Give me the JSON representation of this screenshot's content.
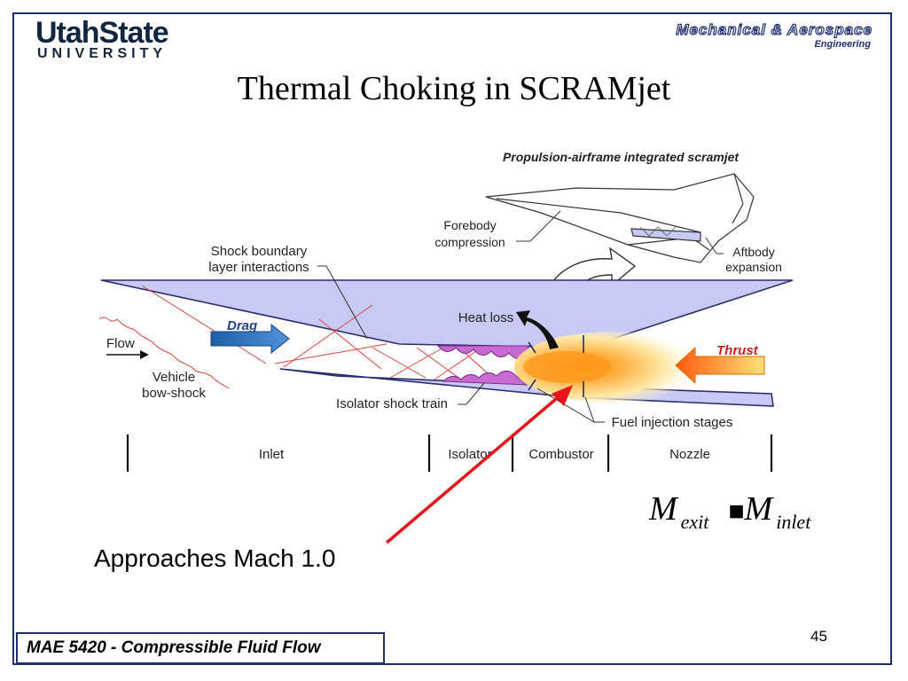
{
  "header": {
    "logo_top": "UtahState",
    "logo_bottom": "UNIVERSITY",
    "dept_line1": "Mechanical & Aerospace",
    "dept_line2": "Engineering"
  },
  "title": "Thermal Choking in SCRAMjet",
  "diagram": {
    "heading": "Propulsion-airframe integrated scramjet",
    "labels": {
      "forebody": [
        "Forebody",
        "compression"
      ],
      "aftbody": [
        "Aftbody",
        "expansion"
      ],
      "shock_boundary": [
        "Shock boundary",
        "layer interactions"
      ],
      "heat_loss": "Heat loss",
      "drag": "Drag",
      "thrust": "Thrust",
      "flow": "Flow",
      "bow_shock": [
        "Vehicle",
        "bow-shock"
      ],
      "isolator_shock_train": "Isolator shock train",
      "fuel_injection": "Fuel injection stages"
    },
    "sections": [
      "Inlet",
      "Isolator",
      "Combustor",
      "Nozzle"
    ]
  },
  "equation": {
    "m1": "M",
    "sub1": "exit",
    "op": "■",
    "m2": "M",
    "sub2": "inlet"
  },
  "caption": "Approaches Mach 1.0",
  "page_number": "45",
  "footer": "MAE 5420 - Compressible Fluid Flow",
  "colors": {
    "frame": "#1f2f6e",
    "engine_fill": "#c8c9f4",
    "shock_lines": "#d9453a",
    "annotation_arrow": "#e8141b",
    "drag_arrow": "#1f5fa8",
    "thrust_arrow": "#ff9a1e",
    "injection_fill": "#c86ad0"
  }
}
